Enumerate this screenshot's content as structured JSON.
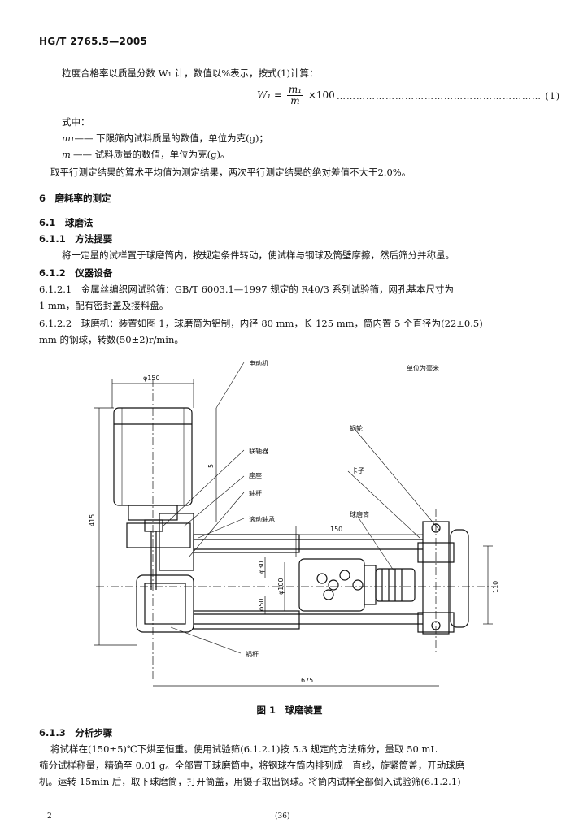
{
  "header": {
    "code": "HG/T 2765.5—2005"
  },
  "formula_intro": "粒度合格率以质量分数 W₁ 计，数值以%表示，按式(1)计算：",
  "formula": {
    "lhs": "W₁ = ",
    "numerator": "m₁",
    "denominator": "m",
    "rhs": "×100",
    "number": "……………………………………………………… (1)"
  },
  "where_label": "式中：",
  "vars": [
    {
      "sym": "m₁",
      "desc": "—— 下限筛内试料质量的数值，单位为克(g)；"
    },
    {
      "sym": "m",
      "desc": "—— 试料质量的数值，单位为克(g)。"
    }
  ],
  "result_note": "取平行测定结果的算术平均值为测定结果，两次平行测定结果的绝对差值不大于2.0%。",
  "sec6": "6　磨耗率的测定",
  "sec611": "6.1　球磨法",
  "sec6111": "6.1.1　方法提要",
  "p6111": "将一定量的试样置于球磨筒内，按规定条件转动，使试样与钢球及筒壁摩擦，然后筛分并称量。",
  "sec612": "6.1.2　仪器设备",
  "p6121_a": "6.1.2.1　金属丝编织网试验筛：GB/T 6003.1—1997 规定的 R40/3 系列试验筛，网孔基本尺寸为",
  "p6121_b": "1 mm，配有密封盖及接料盘。",
  "p6122_a": "6.1.2.2　球磨机：装置如图 1，球磨筒为铝制，内径 80 mm，长 125 mm，筒内置 5 个直径为(22±0.5)",
  "p6122_b": "mm 的钢球，转数(50±2)r/min。",
  "figure": {
    "unit": "单位为毫米",
    "labels": {
      "motor": "电动机",
      "coupling": "联轴器",
      "base": "座座",
      "link": "轴杆",
      "bearing": "滚动轴承",
      "gear": "蜗轮",
      "clamp": "卡子",
      "drum": "球磨筒",
      "worm": "蜗杆"
    },
    "dims": {
      "d150": "φ150",
      "d415": "415",
      "d5": "5",
      "d150b": "150",
      "d30": "φ30",
      "d100": "φ100",
      "d50": "φ50",
      "d675": "675",
      "d110": "110"
    }
  },
  "caption": "图 1　球磨装置",
  "sec613": "6.1.3　分析步骤",
  "p6131_a": "将试样在(150±5)℃下烘至恒重。使用试验筛(6.1.2.1)按 5.3 规定的方法筛分，量取 50 mL",
  "p6131_b": "筛分试样称量，精确至 0.01 g。全部置于球磨筒中，将钢球在筒内排列成一直线，旋紧筒盖，开动球磨",
  "p6131_c": "机。运转 15min 后，取下球磨筒，打开筒盖，用镊子取出钢球。将筒内试样全部倒入试验筛(6.1.2.1)",
  "page_number": "(36)",
  "corner_mark": "2"
}
